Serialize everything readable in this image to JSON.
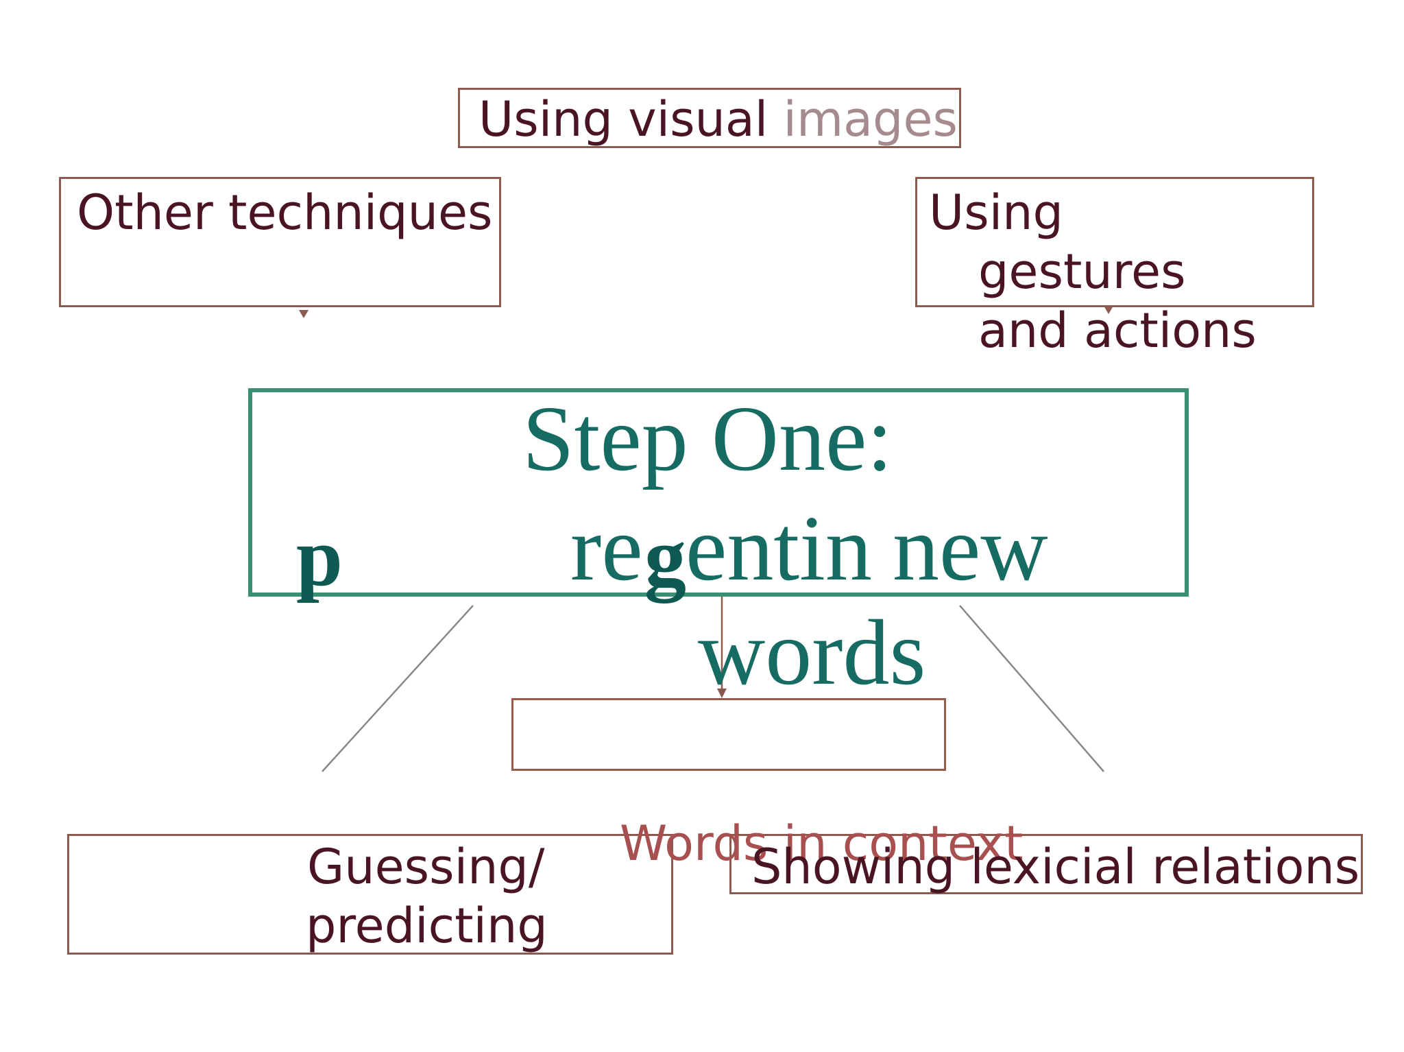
{
  "diagram": {
    "top_box": {
      "text_a": "Using visual ",
      "text_b": "images"
    },
    "left_box": {
      "text": "Other techniques"
    },
    "right_box": {
      "line1": "Using",
      "line2": "gestures",
      "line3": "and actions"
    },
    "center": {
      "line1": "Step One:",
      "frag_p": "p",
      "frag_re": "re",
      "frag_g": "g",
      "frag_entin": "entin",
      "frag_new": "new",
      "line3": "words"
    },
    "bottom_left_box": {
      "line1": "Guessing/",
      "line2": "predicting"
    },
    "context_label": {
      "text": "Words in context"
    },
    "bottom_right_box": {
      "text": "Showing lexicial relations"
    },
    "colors": {
      "box_border": "#8a5a4e",
      "label_text": "#4a1422",
      "center_border": "#3b8f73",
      "center_text": "#166b62",
      "context_text": "#a84f4f"
    }
  }
}
